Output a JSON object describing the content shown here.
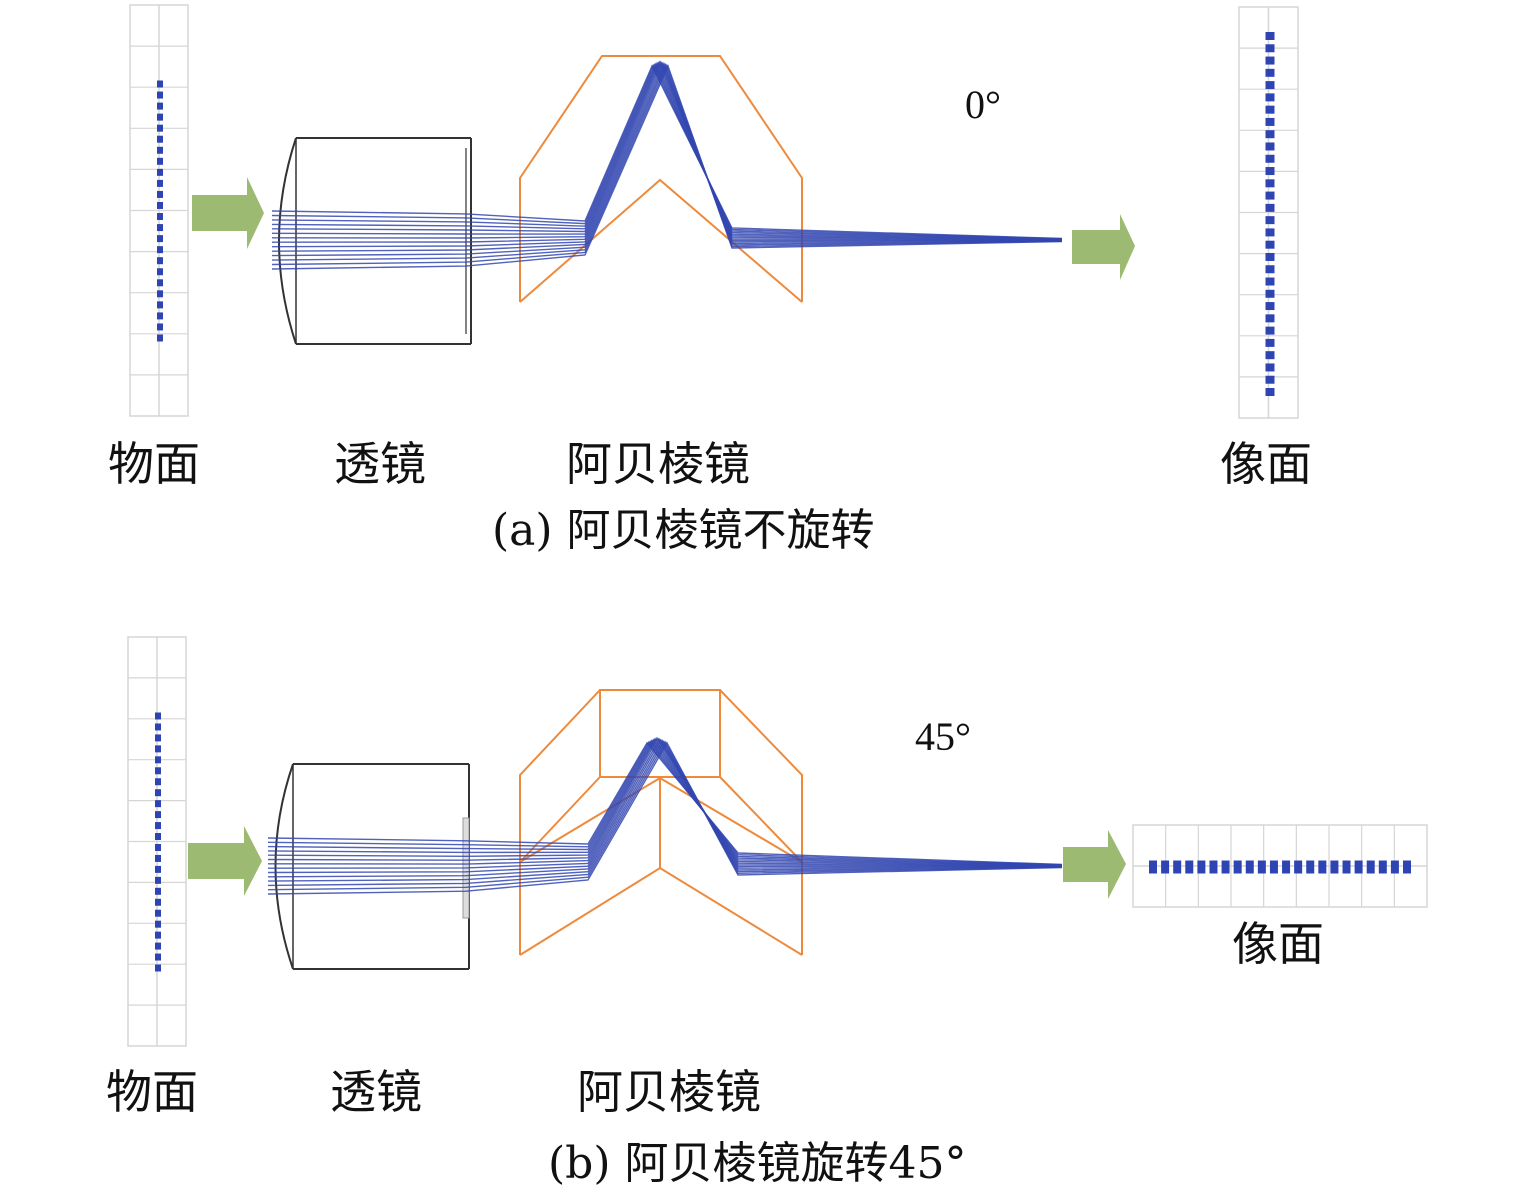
{
  "panel_a": {
    "object_label": "物面",
    "lens_label": "透镜",
    "prism_label": "阿贝棱镜",
    "image_label": "像面",
    "angle": "0°",
    "caption": "(a) 阿贝棱镜不旋转"
  },
  "panel_b": {
    "object_label": "物面",
    "lens_label": "透镜",
    "prism_label": "阿贝棱镜",
    "image_label": "像面",
    "angle": "45°",
    "caption": "(b) 阿贝棱镜旋转45°"
  },
  "colors": {
    "ray": "#3346b0",
    "spot": "#2f44b3",
    "prism": "#ee8a3c",
    "arrow": "#9cba72",
    "grid": "#d6d6d6",
    "lens": "#333333"
  }
}
